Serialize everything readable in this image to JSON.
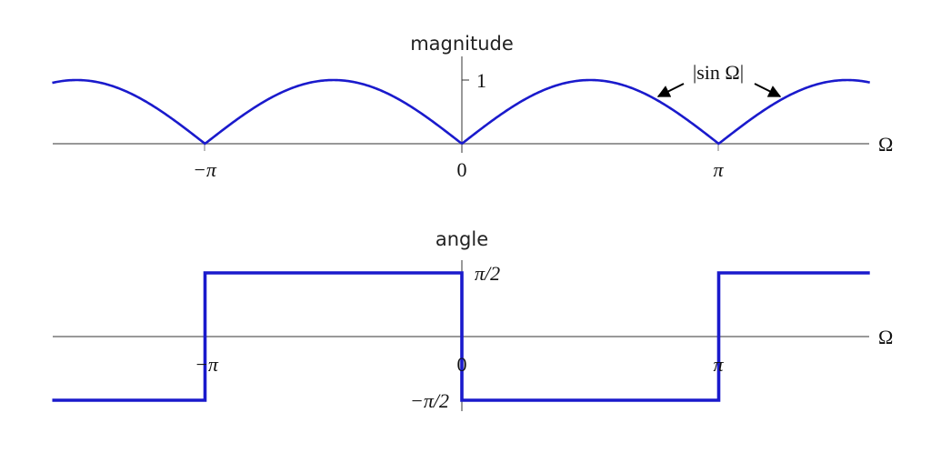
{
  "chart_data": [
    {
      "type": "line",
      "title": "magnitude",
      "xlabel": "Ω",
      "ylabel": "",
      "function": "|sin Ω|",
      "annotation": "|sin Ω|",
      "x_ticks": [
        "−π",
        "0",
        "π"
      ],
      "x_tick_values": [
        -3.14159,
        0,
        3.14159
      ],
      "y_ticks": [
        "1"
      ],
      "y_tick_values": [
        1
      ],
      "xlim": [
        -5.01,
        4.99
      ],
      "ylim": [
        0,
        1
      ],
      "x": [
        -5.01,
        -4.71,
        -3.14159,
        -1.5708,
        0,
        1.5708,
        3.14159,
        4.71,
        4.99
      ],
      "values": [
        0.95,
        1,
        0,
        1,
        0,
        1,
        0,
        1,
        0.96
      ],
      "color": "#1a1acc",
      "grid": false
    },
    {
      "type": "line",
      "title": "angle",
      "xlabel": "Ω",
      "ylabel": "",
      "x_ticks": [
        "−π",
        "0",
        "π"
      ],
      "x_tick_values": [
        -3.14159,
        0,
        3.14159
      ],
      "y_ticks": [
        "π/2",
        "−π/2"
      ],
      "y_tick_values": [
        1.5708,
        -1.5708
      ],
      "xlim": [
        -5.01,
        4.99
      ],
      "ylim": [
        -1.5708,
        1.5708
      ],
      "x": [
        -5.01,
        -3.14159,
        -3.14159,
        0,
        0,
        3.14159,
        3.14159,
        4.99
      ],
      "values": [
        -1.5708,
        -1.5708,
        1.5708,
        1.5708,
        -1.5708,
        -1.5708,
        1.5708,
        1.5708
      ],
      "color": "#1a1acc",
      "grid": false
    }
  ],
  "labels": {
    "magnitude_title": "magnitude",
    "angle_title": "angle",
    "omega": "Ω",
    "neg_pi": "−π",
    "zero": "0",
    "pi": "π",
    "one": "1",
    "pi_half": "π/2",
    "neg_pi_half": "−π/2",
    "sin_annotation": "|sin Ω|"
  }
}
